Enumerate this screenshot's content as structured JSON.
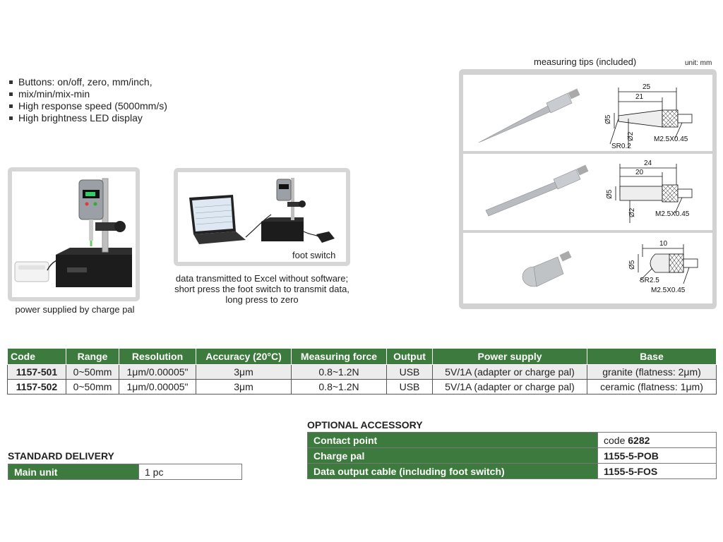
{
  "features": [
    "Buttons: on/off, zero, mm/inch,",
    "mix/min/mix-min",
    "High response speed (5000mm/s)",
    "High brightness LED display"
  ],
  "photo1": {
    "caption": "power supplied by charge pal"
  },
  "photo2": {
    "label": "foot switch",
    "caption_lines": [
      "data transmitted to Excel without software;",
      "short press the foot switch to transmit data,",
      "long press to zero"
    ]
  },
  "tips": {
    "title": "measuring tips (included)",
    "unit": "unit: mm",
    "tip1": {
      "d1": "25",
      "d2": "21",
      "dia": "Ø5",
      "sr": "SR0.2",
      "tipdia": "Ø2",
      "thread": "M2.5X0.45"
    },
    "tip2": {
      "d1": "24",
      "d2": "20",
      "dia": "Ø5",
      "tipdia": "Ø2",
      "thread": "M2.5X0.45"
    },
    "tip3": {
      "d1": "10",
      "dia": "Ø5",
      "sr": "SR2.5",
      "thread": "M2.5X0.45"
    }
  },
  "spec_table": {
    "headers": [
      "Code",
      "Range",
      "Resolution",
      "Accuracy (20°C)",
      "Measuring force",
      "Output",
      "Power supply",
      "Base"
    ],
    "rows": [
      [
        "1157-501",
        "0~50mm",
        "1μm/0.00005\"",
        "3μm",
        "0.8~1.2N",
        "USB",
        "5V/1A (adapter or charge pal)",
        "granite (flatness: 2μm)"
      ],
      [
        "1157-502",
        "0~50mm",
        "1μm/0.00005\"",
        "3μm",
        "0.8~1.2N",
        "USB",
        "5V/1A (adapter or charge pal)",
        "ceramic (flatness: 1μm)"
      ]
    ]
  },
  "standard_delivery": {
    "title": "STANDARD DELIVERY",
    "rows": [
      {
        "label": "Main unit",
        "value": "1 pc"
      }
    ]
  },
  "optional_accessory": {
    "title": "OPTIONAL ACCESSORY",
    "rows": [
      {
        "label": "Contact point",
        "value_prefix": "code ",
        "value": "6282"
      },
      {
        "label": "Charge pal",
        "value_prefix": "",
        "value": "1155-5-POB"
      },
      {
        "label": "Data output cable (including foot switch)",
        "value_prefix": "",
        "value": "1155-5-FOS"
      }
    ]
  }
}
